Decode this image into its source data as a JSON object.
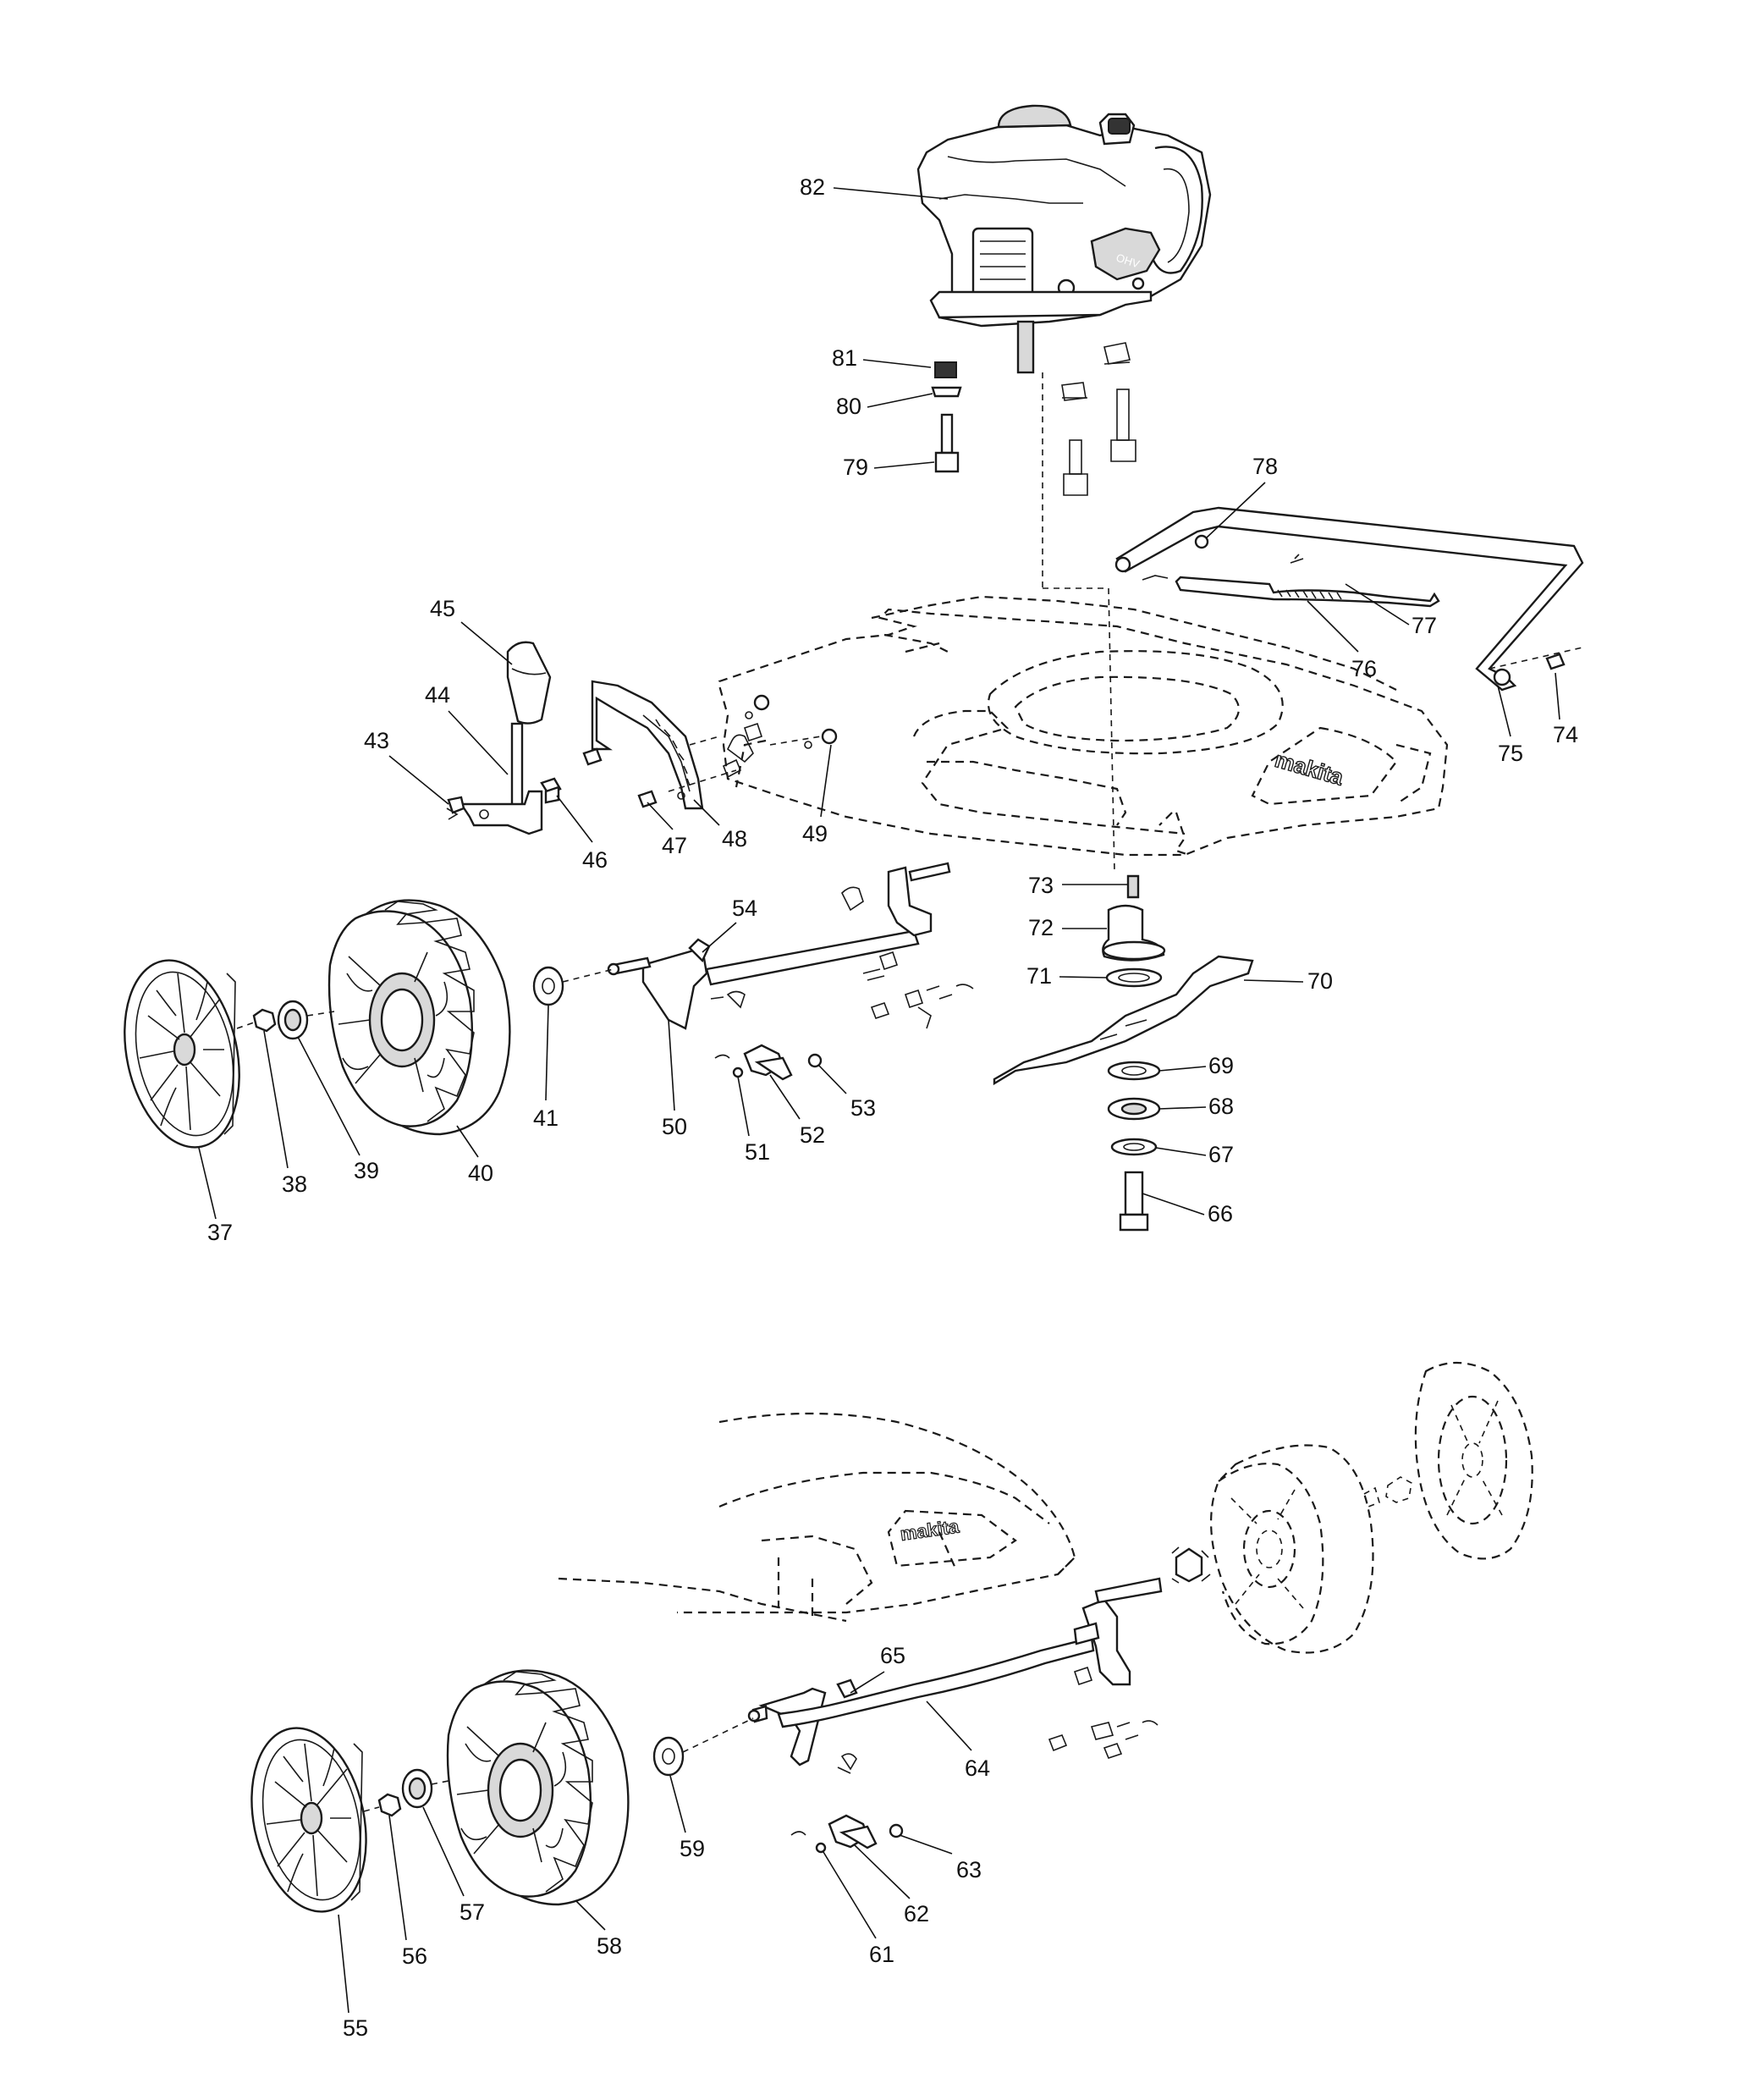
{
  "diagram": {
    "engine_labels": [
      "82",
      "81",
      "80",
      "79"
    ],
    "handle_labels": [
      "78",
      "77",
      "76",
      "75",
      "74"
    ],
    "height_adjust_labels": [
      "45",
      "44",
      "43",
      "46",
      "47",
      "48",
      "49"
    ],
    "front_axle_labels": [
      "54",
      "50",
      "51",
      "52",
      "53",
      "41",
      "40",
      "39",
      "38",
      "37"
    ],
    "blade_labels": [
      "73",
      "72",
      "71",
      "70",
      "69",
      "68",
      "67",
      "66"
    ],
    "rear_axle_labels": [
      "65",
      "64",
      "63",
      "62",
      "61",
      "59",
      "58",
      "57",
      "56",
      "55"
    ],
    "deck_logo": "makita",
    "engine_brand": "OHV"
  }
}
